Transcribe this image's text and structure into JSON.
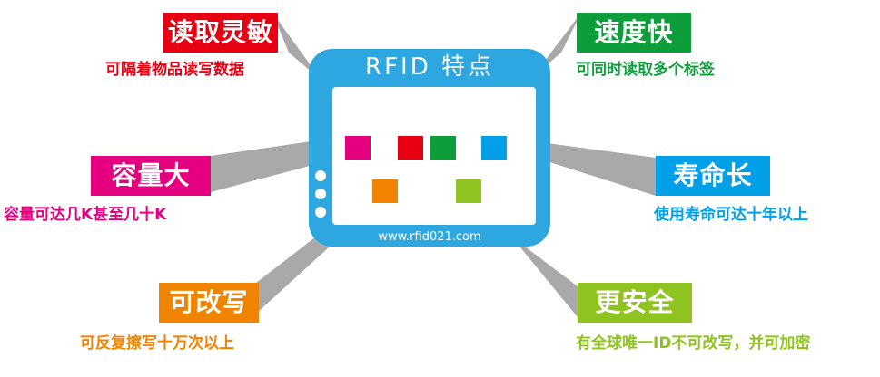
{
  "colors": {
    "red": "#e60012",
    "green": "#0e9d3b",
    "magenta": "#e4007f",
    "blue": "#00a0e9",
    "orange": "#f08300",
    "lime": "#8fc31f",
    "device": "#2ea7e0",
    "beam": "#9a9a9a"
  },
  "device": {
    "title": "RFID 特点",
    "url": "www.rfid021.com"
  },
  "features": {
    "read": {
      "title": "读取灵敏",
      "desc": "可隔着物品读写数据"
    },
    "speed": {
      "title": "速度快",
      "desc": "可同时读取多个标签"
    },
    "capacity": {
      "title": "容量大",
      "desc": "容量可达几K甚至几十K"
    },
    "life": {
      "title": "寿命长",
      "desc": "使用寿命可达十年以上"
    },
    "rewrite": {
      "title": "可改写",
      "desc": "可反复擦写十万次以上"
    },
    "secure": {
      "title": "更安全",
      "desc": "有全球唯一ID不可改写，并可加密"
    }
  }
}
